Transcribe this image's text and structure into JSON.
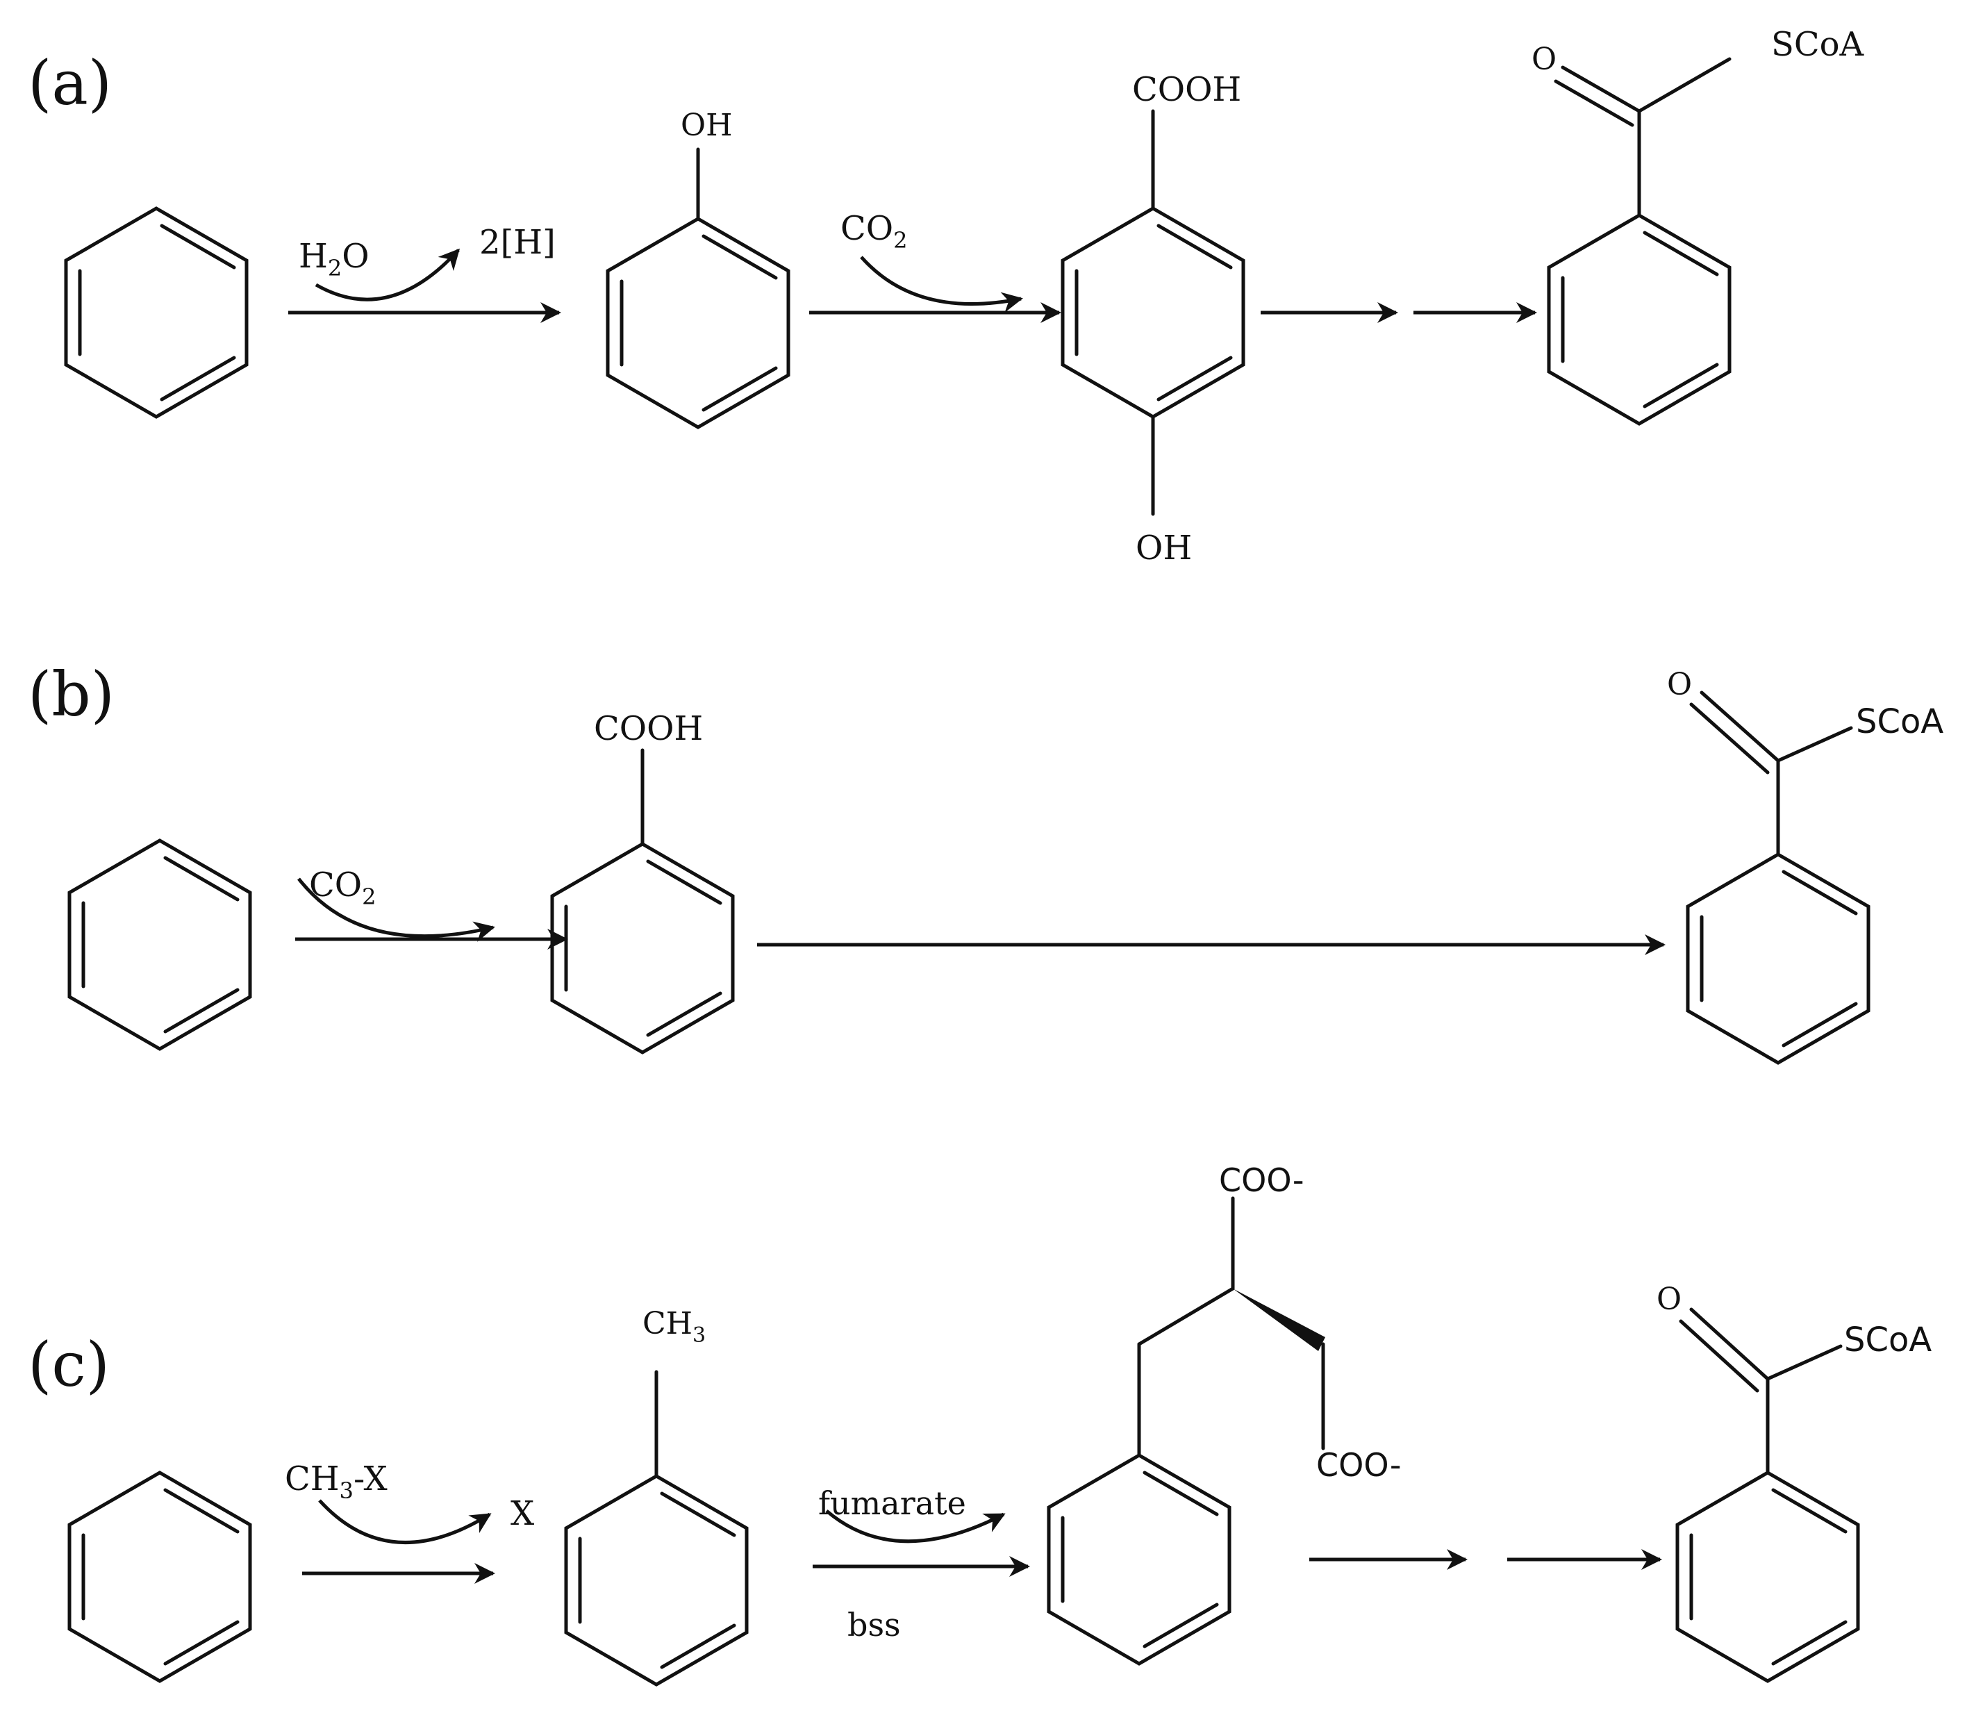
{
  "panels": [
    {
      "label": "(a)",
      "reagents": [
        "H2O",
        "2[H]",
        "CO2"
      ],
      "substituents": [
        "OH",
        "COOH",
        "OH",
        "SCoA",
        "O"
      ]
    },
    {
      "label": "(b)",
      "reagents": [
        "CO2"
      ],
      "substituents": [
        "COOH",
        "SCoA",
        "O"
      ]
    },
    {
      "label": "(c)",
      "reagents": [
        "CH3-X",
        "X",
        "fumarate",
        "bss"
      ],
      "substituents": [
        "CH3",
        "COO-",
        "COO-",
        "SCoA",
        "O"
      ]
    }
  ]
}
